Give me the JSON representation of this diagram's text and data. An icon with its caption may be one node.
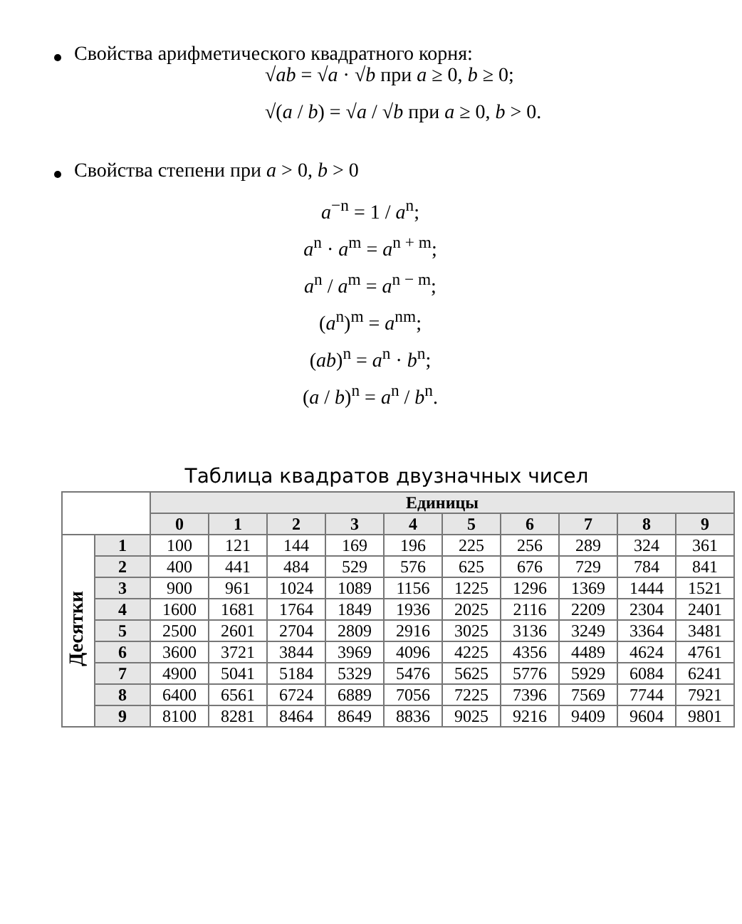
{
  "diagram": {
    "labels": [
      "Свойства арифметического квадратного корня:",
      "√*ab* = √*a* · √*b*  при  *a* ≥ 0,  *b* ≥ 0;",
      "√(*a* / *b*) = √*a* / √*b*  при  *a* ≥ 0,  *b* > 0.",
      "Свойства степени при  *a* > 0,  *b* > 0",
      "*a*$^{−n}$ = 1 / *a*$^{n}$;",
      "*a*$^{n}$ · *a*$^{m}$ = *a*$^{n + m}$;",
      "*a*$^{n}$ / *a*$^{m}$ = *a*$^{n − m}$;",
      "(*a*$^{n}$)$^{m}$ = *a*$^{nm}$;",
      "(*ab*)$^{n}$ = *a*$^{n}$ · *b*$^{n}$;",
      "(*a* / *b*)$^{n}$ = *a*$^{n}$ / *b*$^{n}$.",
      "Таблица квадратов двузначных чисел",
      "Единицы",
      "0",
      "1",
      "2",
      "3",
      "4",
      "5",
      "6",
      "7",
      "8",
      "9",
      "Десятки",
      "1",
      "100",
      "121",
      "144",
      "169",
      "196",
      "225",
      "256",
      "289",
      "324",
      "361",
      "2",
      "400",
      "441",
      "484",
      "529",
      "576",
      "625",
      "676",
      "729",
      "784",
      "841",
      "3",
      "900",
      "961",
      "1024",
      "1089",
      "1156",
      "1225",
      "1296",
      "1369",
      "1444",
      "1521",
      "4",
      "1600",
      "1681",
      "1764",
      "1849",
      "1936",
      "2025",
      "2116",
      "2209",
      "2304",
      "2401",
      "5",
      "2500",
      "2601",
      "2704",
      "2809",
      "2916",
      "3025",
      "3136",
      "3249",
      "3364",
      "3481",
      "6",
      "3600",
      "3721",
      "3844",
      "3969",
      "4096",
      "4225",
      "4356",
      "4489",
      "4624",
      "4761",
      "7",
      "4900",
      "5041",
      "5184",
      "5329",
      "5476",
      "5625",
      "5776",
      "5929",
      "6084",
      "6241",
      "8",
      "6400",
      "6561",
      "6724",
      "6889",
      "7056",
      "7225",
      "7396",
      "7569",
      "7744",
      "7921",
      "9",
      "8100",
      "8281",
      "8464",
      "8649",
      "8836",
      "9025",
      "9216",
      "9409",
      "9604",
      "9801"
    ]
  }
}
